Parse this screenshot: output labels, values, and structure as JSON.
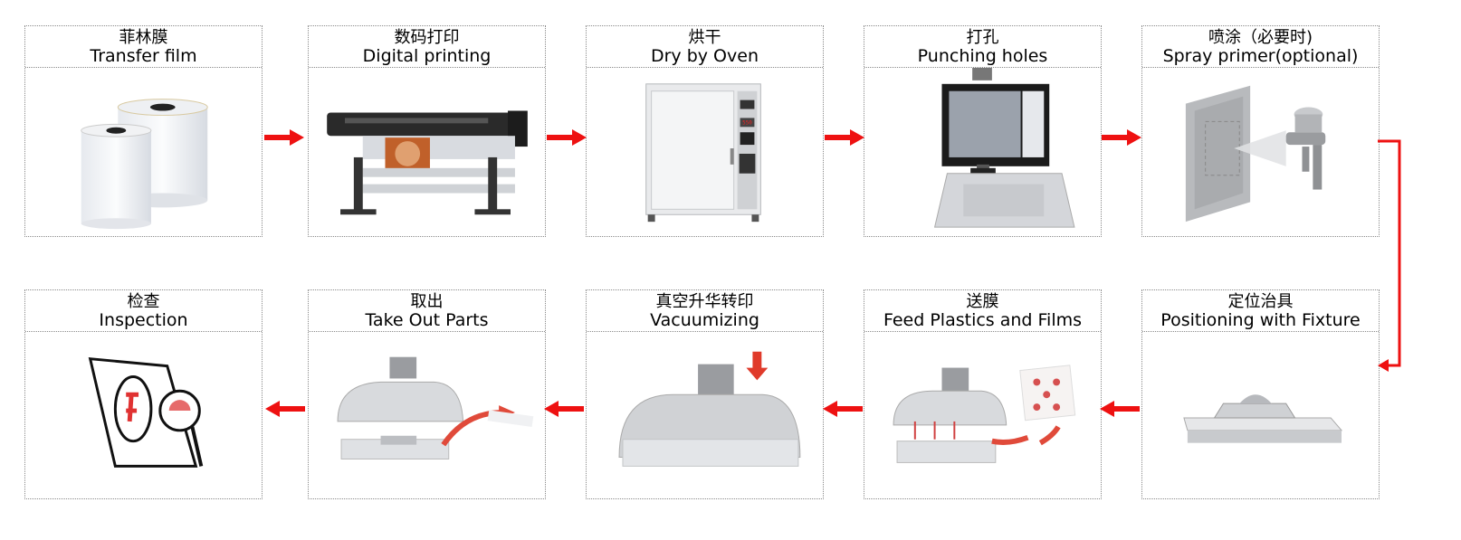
{
  "steps": [
    {
      "zh": "菲林膜",
      "en": "Transfer film",
      "icon": "film-rolls-icon"
    },
    {
      "zh": "数码打印",
      "en": "Digital printing",
      "icon": "printer-icon"
    },
    {
      "zh": "烘干",
      "en": "Dry by Oven",
      "icon": "oven-icon"
    },
    {
      "zh": "打孔",
      "en": "Punching holes",
      "icon": "punch-machine-icon"
    },
    {
      "zh": "喷涂（必要时)",
      "en": "Spray primer(optional)",
      "icon": "spray-gun-icon"
    },
    {
      "zh": "定位治具",
      "en": "Positioning with Fixture",
      "icon": "fixture-icon"
    },
    {
      "zh": "送膜",
      "en": "Feed Plastics and Films",
      "icon": "feed-film-icon"
    },
    {
      "zh": "真空升华转印",
      "en": "Vacuumizing",
      "icon": "vacuum-press-icon"
    },
    {
      "zh": "取出",
      "en": "Take Out Parts",
      "icon": "take-out-icon"
    },
    {
      "zh": "检查",
      "en": "Inspection",
      "icon": "magnifier-icon"
    }
  ],
  "colors": {
    "arrow": "#ee1111",
    "border": "#8a8a8a"
  }
}
